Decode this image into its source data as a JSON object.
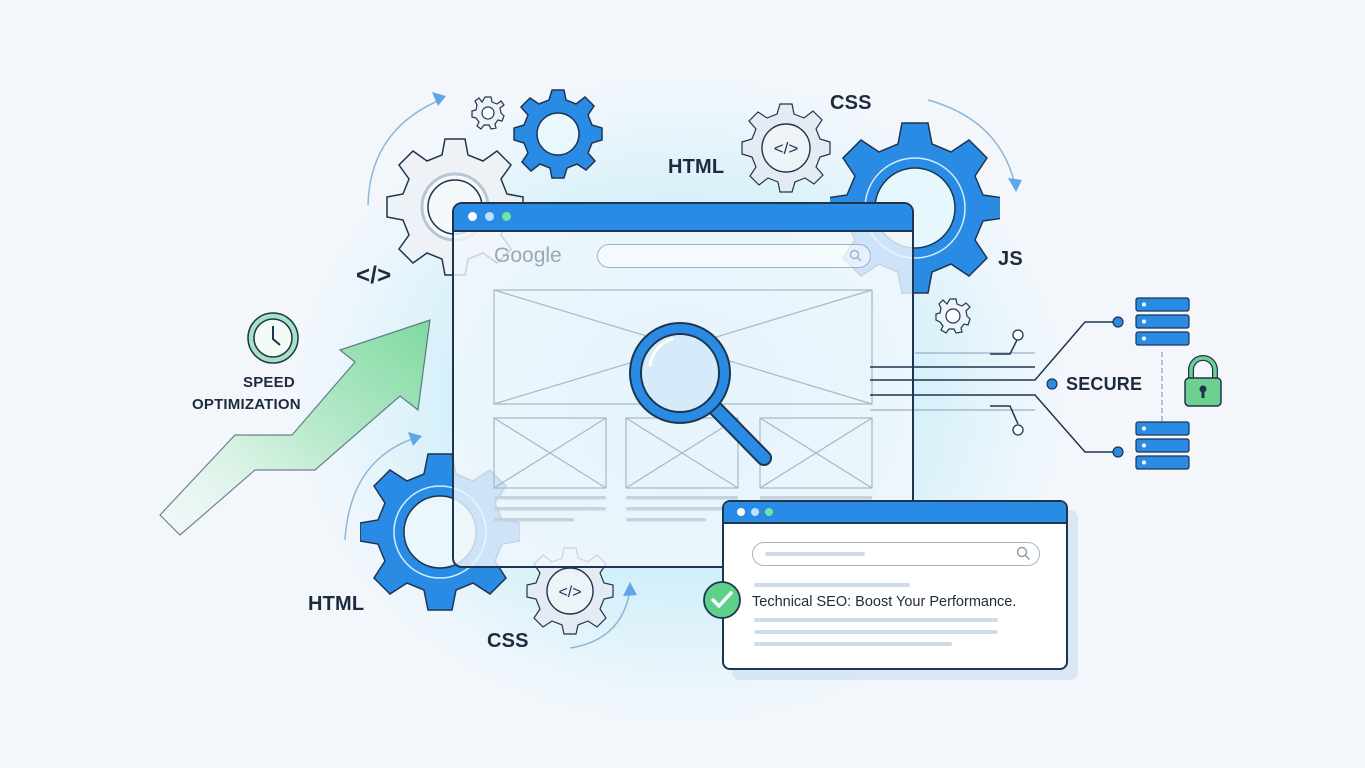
{
  "illustration": {
    "topic": "Technical SEO",
    "colors": {
      "background": "#f3f7fc",
      "primary_blue": "#2a8be5",
      "outline": "#1e3550",
      "green": "#7fd9a0",
      "lock_green": "#6fcf8e",
      "wireframe": "#a7b8c8"
    }
  },
  "labels": {
    "speed_line1": "SPEED",
    "speed_line2": "OPTIMIZATION",
    "html_top": "HTML",
    "css_top": "CSS",
    "js": "JS",
    "html_bottom": "HTML",
    "css_bottom": "CSS",
    "secure": "SECURE",
    "code_tag": "</>"
  },
  "main_browser": {
    "logo_text": "Google",
    "search_placeholder": "",
    "window_dots": [
      "#ffffff",
      "#bfe0ff",
      "#6fe3a8"
    ]
  },
  "result_card": {
    "title": "Technical SEO: Boost Your Performance.",
    "status_icon": "check-circle-icon",
    "window_dots": [
      "#ffffff",
      "#bfe0ff",
      "#6fe3a8"
    ]
  },
  "icons": [
    "gear-icon",
    "code-gear-icon",
    "clock-icon",
    "growth-arrow-icon",
    "magnifier-icon",
    "server-icon",
    "lock-icon",
    "search-icon",
    "check-circle-icon"
  ]
}
